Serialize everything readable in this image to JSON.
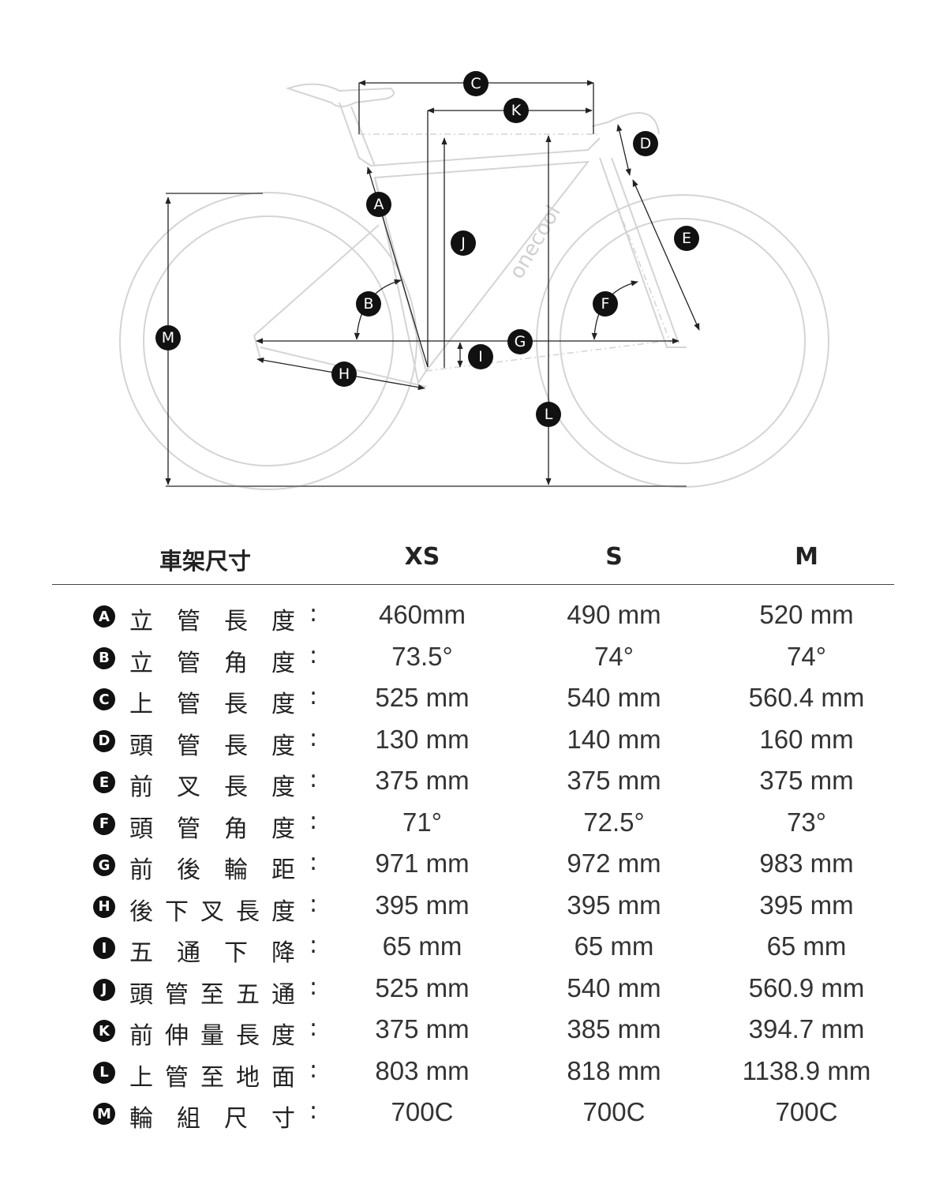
{
  "diagram": {
    "brand_logo": "onecool",
    "markers": [
      "A",
      "B",
      "C",
      "D",
      "E",
      "F",
      "G",
      "H",
      "I",
      "J",
      "K",
      "L",
      "M"
    ]
  },
  "table": {
    "title": "車架尺寸",
    "sizes": [
      "XS",
      "S",
      "M"
    ],
    "rows": [
      {
        "badge": "A",
        "label": [
          "立",
          "管",
          "長",
          "度"
        ],
        "colon": ":",
        "values": [
          "460mm",
          "490 mm",
          "520 mm"
        ]
      },
      {
        "badge": "B",
        "label": [
          "立",
          "管",
          "角",
          "度"
        ],
        "colon": ":",
        "values": [
          "73.5°",
          "74°",
          "74°"
        ]
      },
      {
        "badge": "C",
        "label": [
          "上",
          "管",
          "長",
          "度"
        ],
        "colon": ":",
        "values": [
          "525 mm",
          "540 mm",
          "560.4 mm"
        ]
      },
      {
        "badge": "D",
        "label": [
          "頭",
          "管",
          "長",
          "度"
        ],
        "colon": ":",
        "values": [
          "130 mm",
          "140 mm",
          "160 mm"
        ]
      },
      {
        "badge": "E",
        "label": [
          "前",
          "叉",
          "長",
          "度"
        ],
        "colon": ":",
        "values": [
          "375 mm",
          "375 mm",
          "375 mm"
        ]
      },
      {
        "badge": "F",
        "label": [
          "頭",
          "管",
          "角",
          "度"
        ],
        "colon": ":",
        "values": [
          "71°",
          "72.5°",
          "73°"
        ]
      },
      {
        "badge": "G",
        "label": [
          "前",
          "後",
          "輪",
          "距"
        ],
        "colon": ":",
        "values": [
          "971 mm",
          "972 mm",
          "983 mm"
        ]
      },
      {
        "badge": "H",
        "label": [
          "後",
          "下",
          "叉",
          "長",
          "度"
        ],
        "colon": ":",
        "values": [
          "395 mm",
          "395 mm",
          "395 mm"
        ]
      },
      {
        "badge": "I",
        "label": [
          "五",
          "通",
          "下",
          "降"
        ],
        "colon": ":",
        "values": [
          "65 mm",
          "65 mm",
          "65 mm"
        ]
      },
      {
        "badge": "J",
        "label": [
          "頭",
          "管",
          "至",
          "五",
          "通"
        ],
        "colon": ":",
        "values": [
          "525 mm",
          "540 mm",
          "560.9 mm"
        ]
      },
      {
        "badge": "K",
        "label": [
          "前",
          "伸",
          "量",
          "長",
          "度"
        ],
        "colon": ":",
        "values": [
          "375 mm",
          "385 mm",
          "394.7 mm"
        ]
      },
      {
        "badge": "L",
        "label": [
          "上",
          "管",
          "至",
          "地",
          "面"
        ],
        "colon": ":",
        "values": [
          "803 mm",
          "818 mm",
          "1138.9 mm"
        ]
      },
      {
        "badge": "M",
        "label": [
          "輪",
          "組",
          "尺",
          "寸"
        ],
        "colon": ":",
        "values": [
          "700C",
          "700C",
          "700C"
        ]
      }
    ]
  }
}
